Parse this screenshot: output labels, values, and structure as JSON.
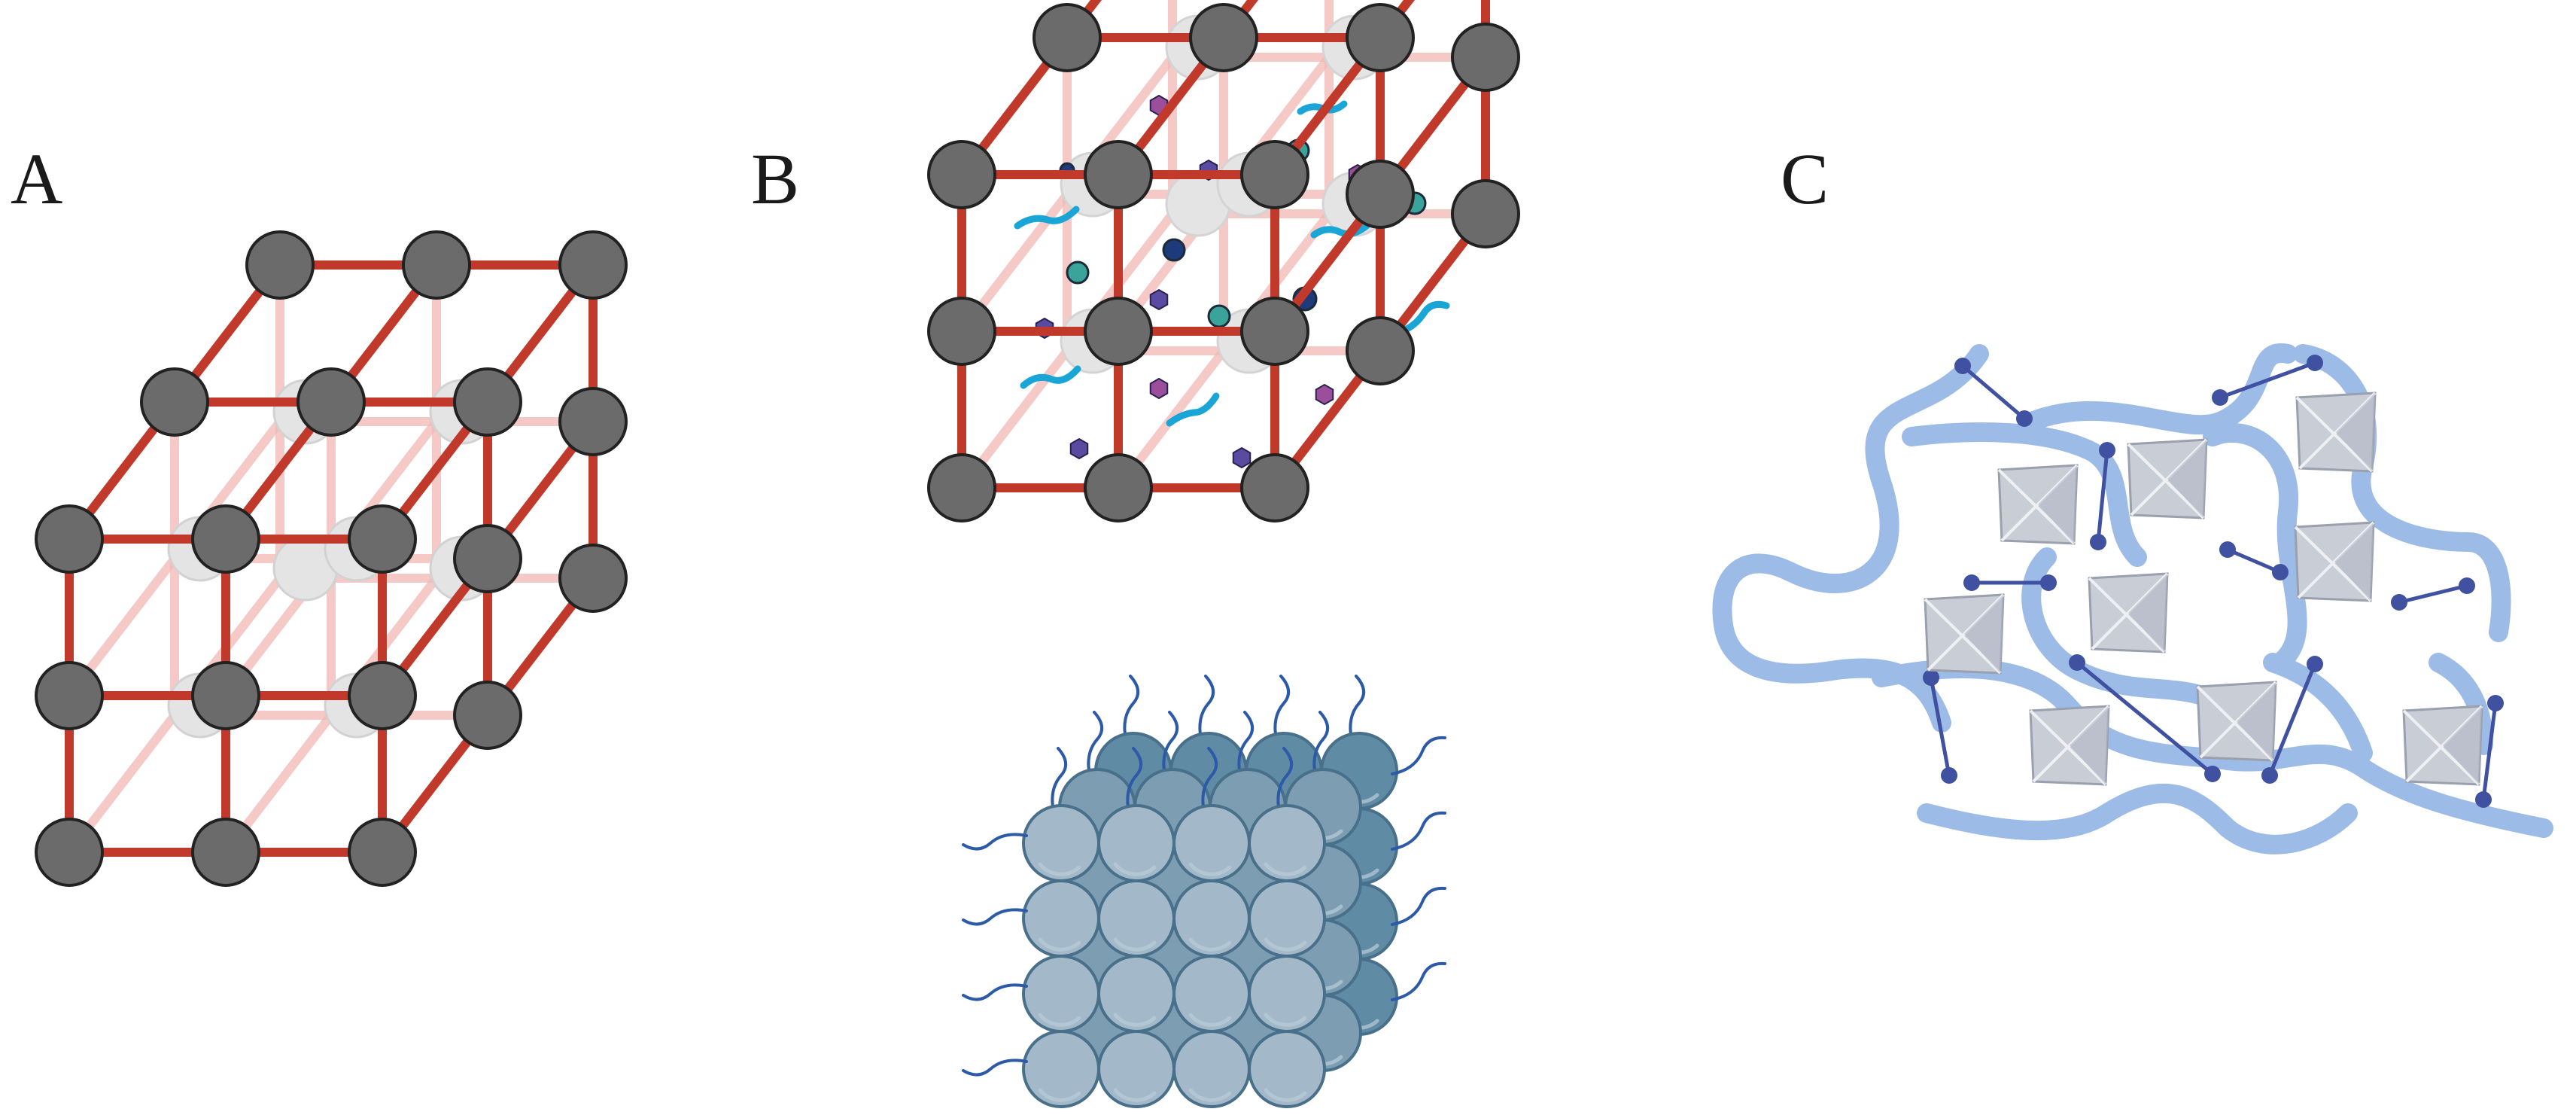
{
  "panels": [
    {
      "id": "A",
      "label": "A",
      "content": "lattice-cube-empty"
    },
    {
      "id": "B",
      "label": "B",
      "content": "lattice-cube-loaded-and-nanoparticle-stack"
    },
    {
      "id": "C",
      "label": "C",
      "content": "polymer-network-with-octahedral-crystals"
    }
  ],
  "colors": {
    "strut": "#c0392b",
    "strut_back": "#f2b8b4",
    "node": "#6b6b6b",
    "node_outline": "#222222",
    "inner_sphere": "#e4e4e4",
    "cargo_teal": "#3aa39a",
    "cargo_navy": "#1f3a7a",
    "cargo_purple": "#5a4aa0",
    "cargo_magenta": "#9b4f9a",
    "strand_cyan": "#19a6d6",
    "particle_front": "#a3b8c8",
    "particle_back": "#5f8ba4",
    "ligand": "#2c5aa8",
    "polymer": "#9cbbe6",
    "crosslink": "#3f51a0",
    "crystal": "#c9cdd6"
  }
}
